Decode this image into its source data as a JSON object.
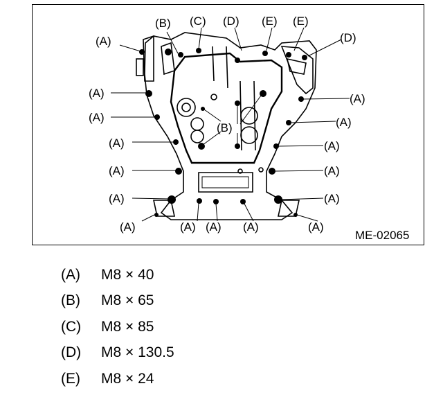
{
  "figure": {
    "id": "ME-02065",
    "callouts": {
      "a": "(A)",
      "b": "(B)",
      "c": "(C)",
      "d": "(D)",
      "e": "(E)"
    }
  },
  "legend": [
    {
      "key": "(A)",
      "value": "M8 × 40"
    },
    {
      "key": "(B)",
      "value": "M8 × 65"
    },
    {
      "key": "(C)",
      "value": "M8 × 85"
    },
    {
      "key": "(D)",
      "value": "M8 × 130.5"
    },
    {
      "key": "(E)",
      "value": "M8 × 24"
    }
  ]
}
